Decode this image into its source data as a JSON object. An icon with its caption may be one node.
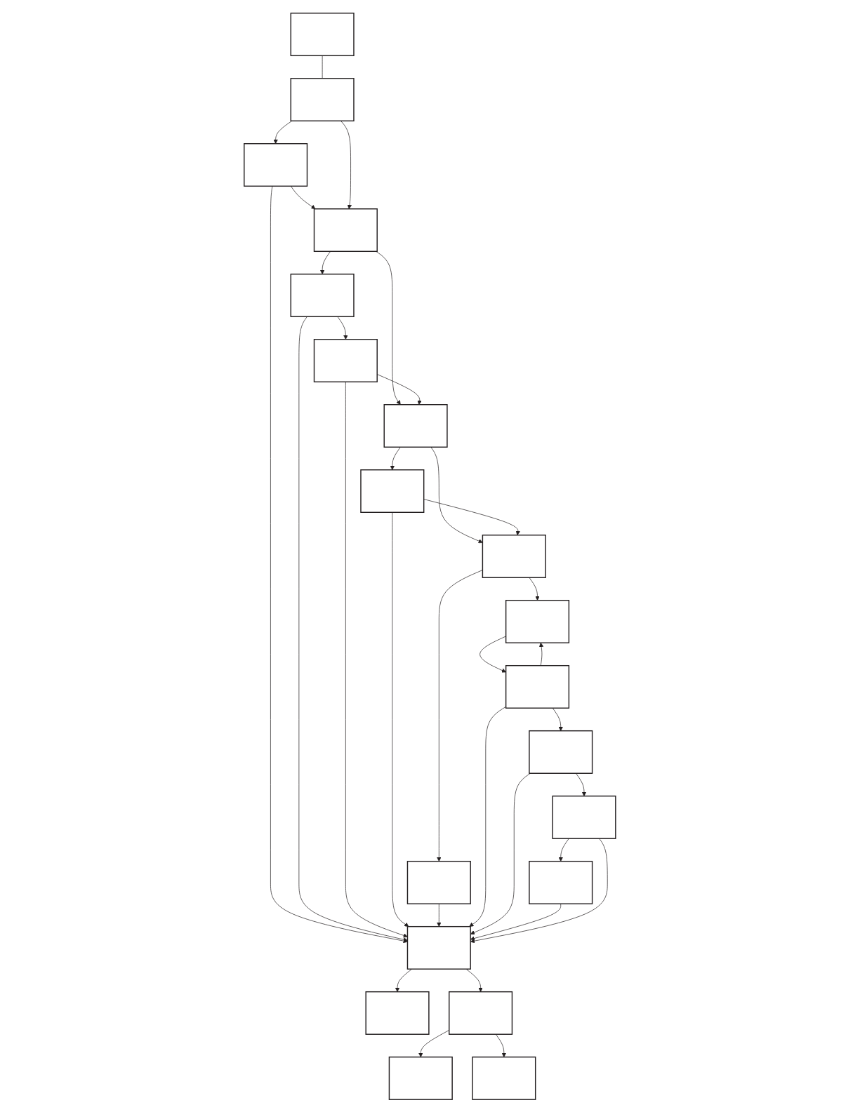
{
  "diagram": {
    "nodes": [
      {
        "text": [],
        "shape": "box"
      },
      {
        "text": [],
        "shape": "box"
      },
      {
        "text": [],
        "shape": "box"
      },
      {
        "text": [],
        "shape": "box"
      },
      {
        "text": [],
        "shape": "box"
      },
      {
        "text": [],
        "shape": "box"
      },
      {
        "text": [],
        "shape": "box"
      },
      {
        "text": [],
        "shape": "box"
      },
      {
        "text": [],
        "shape": "box"
      },
      {
        "text": [],
        "shape": "box"
      },
      {
        "text": [],
        "shape": "box"
      },
      {
        "text": [],
        "shape": "box"
      },
      {
        "text": [],
        "shape": "box"
      },
      {
        "text": [],
        "shape": "box"
      },
      {
        "text": [],
        "shape": "box"
      },
      {
        "text": [],
        "shape": "box"
      },
      {
        "text": [],
        "shape": "box"
      },
      {
        "text": [],
        "shape": "box"
      },
      {
        "text": [],
        "shape": "box"
      },
      {
        "text": [],
        "shape": "box"
      }
    ],
    "edges": [
      {
        "from": 0,
        "to": 1,
        "arrow": "none"
      },
      {
        "from": 1,
        "to": 2,
        "arrow": "to"
      },
      {
        "from": 2,
        "to": 3,
        "arrow": "to"
      },
      {
        "from": 1,
        "to": 3,
        "arrow": "to"
      },
      {
        "from": 3,
        "to": 4,
        "arrow": "to"
      },
      {
        "from": 3,
        "to": 5,
        "arrow": "to"
      },
      {
        "from": 4,
        "to": 6,
        "arrow": "to"
      },
      {
        "from": 6,
        "to": 5,
        "arrow": "to"
      },
      {
        "from": 5,
        "to": 7,
        "arrow": "to"
      },
      {
        "from": 5,
        "to": 8,
        "arrow": "to"
      },
      {
        "from": 7,
        "to": 8,
        "arrow": "to"
      },
      {
        "from": 8,
        "to": 9,
        "arrow": "to"
      },
      {
        "from": 8,
        "to": 11,
        "arrow": "to"
      },
      {
        "from": 10,
        "to": 11,
        "arrow": "to"
      },
      {
        "from": 11,
        "to": 10,
        "arrow": "to"
      },
      {
        "from": 10,
        "to": 12,
        "arrow": "to"
      },
      {
        "from": 12,
        "to": 14,
        "arrow": "to"
      },
      {
        "from": 14,
        "to": 13,
        "arrow": "to"
      },
      {
        "from": 2,
        "to": 16,
        "arrow": "to"
      },
      {
        "from": 4,
        "to": 16,
        "arrow": "to"
      },
      {
        "from": 6,
        "to": 16,
        "arrow": "to"
      },
      {
        "from": 7,
        "to": 16,
        "arrow": "to"
      },
      {
        "from": 9,
        "to": 16,
        "arrow": "to"
      },
      {
        "from": 10,
        "to": 16,
        "arrow": "to"
      },
      {
        "from": 12,
        "to": 16,
        "arrow": "to"
      },
      {
        "from": 13,
        "to": 16,
        "arrow": "to"
      },
      {
        "from": 14,
        "to": 16,
        "arrow": "to"
      },
      {
        "from": 16,
        "to": 15,
        "arrow": "to"
      },
      {
        "from": 16,
        "to": 18,
        "arrow": "to"
      },
      {
        "from": 18,
        "to": 17,
        "arrow": "to"
      },
      {
        "from": 18,
        "to": 19,
        "arrow": "to"
      }
    ]
  }
}
